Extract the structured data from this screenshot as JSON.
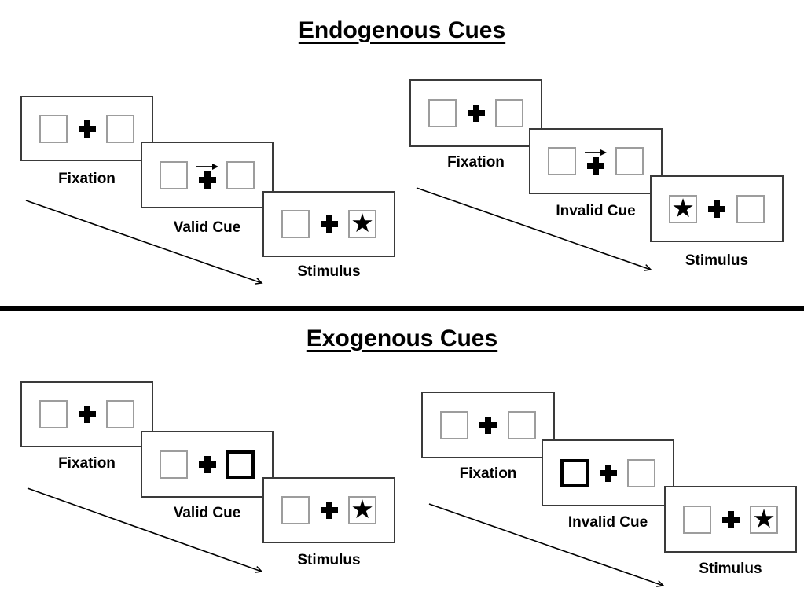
{
  "icons": {
    "star": "★",
    "fixation_cross": "plus",
    "cue_arrow": "right-arrow",
    "sequence_arrow": "diagonal-right-down-arrow"
  },
  "colors": {
    "background": "#ffffff",
    "ink": "#000000",
    "panel_border": "#3a3a3a",
    "box_border": "#9d9d9d",
    "bold_box_border": "#000000",
    "divider": "#000000"
  },
  "sections": [
    {
      "id": "endogenous",
      "title": "Endogenous Cues",
      "trials": [
        {
          "name": "valid-trial",
          "steps": [
            {
              "label": "Fixation",
              "left_box": "plain",
              "right_box": "plain",
              "center": "plus"
            },
            {
              "label": "Valid Cue",
              "left_box": "plain",
              "right_box": "plain",
              "center": "plus-with-right-arrow"
            },
            {
              "label": "Stimulus",
              "left_box": "plain",
              "right_box": "star",
              "center": "plus"
            }
          ]
        },
        {
          "name": "invalid-trial",
          "steps": [
            {
              "label": "Fixation",
              "left_box": "plain",
              "right_box": "plain",
              "center": "plus"
            },
            {
              "label": "Invalid Cue",
              "left_box": "plain",
              "right_box": "plain",
              "center": "plus-with-right-arrow"
            },
            {
              "label": "Stimulus",
              "left_box": "star",
              "right_box": "plain",
              "center": "plus"
            }
          ]
        }
      ]
    },
    {
      "id": "exogenous",
      "title": "Exogenous Cues",
      "trials": [
        {
          "name": "valid-trial",
          "steps": [
            {
              "label": "Fixation",
              "left_box": "plain",
              "right_box": "plain",
              "center": "plus"
            },
            {
              "label": "Valid Cue",
              "left_box": "plain",
              "right_box": "bold",
              "center": "plus"
            },
            {
              "label": "Stimulus",
              "left_box": "plain",
              "right_box": "star",
              "center": "plus"
            }
          ]
        },
        {
          "name": "invalid-trial",
          "steps": [
            {
              "label": "Fixation",
              "left_box": "plain",
              "right_box": "plain",
              "center": "plus"
            },
            {
              "label": "Invalid Cue",
              "left_box": "bold",
              "right_box": "plain",
              "center": "plus"
            },
            {
              "label": "Stimulus",
              "left_box": "plain",
              "right_box": "star",
              "center": "plus"
            }
          ]
        }
      ]
    }
  ]
}
